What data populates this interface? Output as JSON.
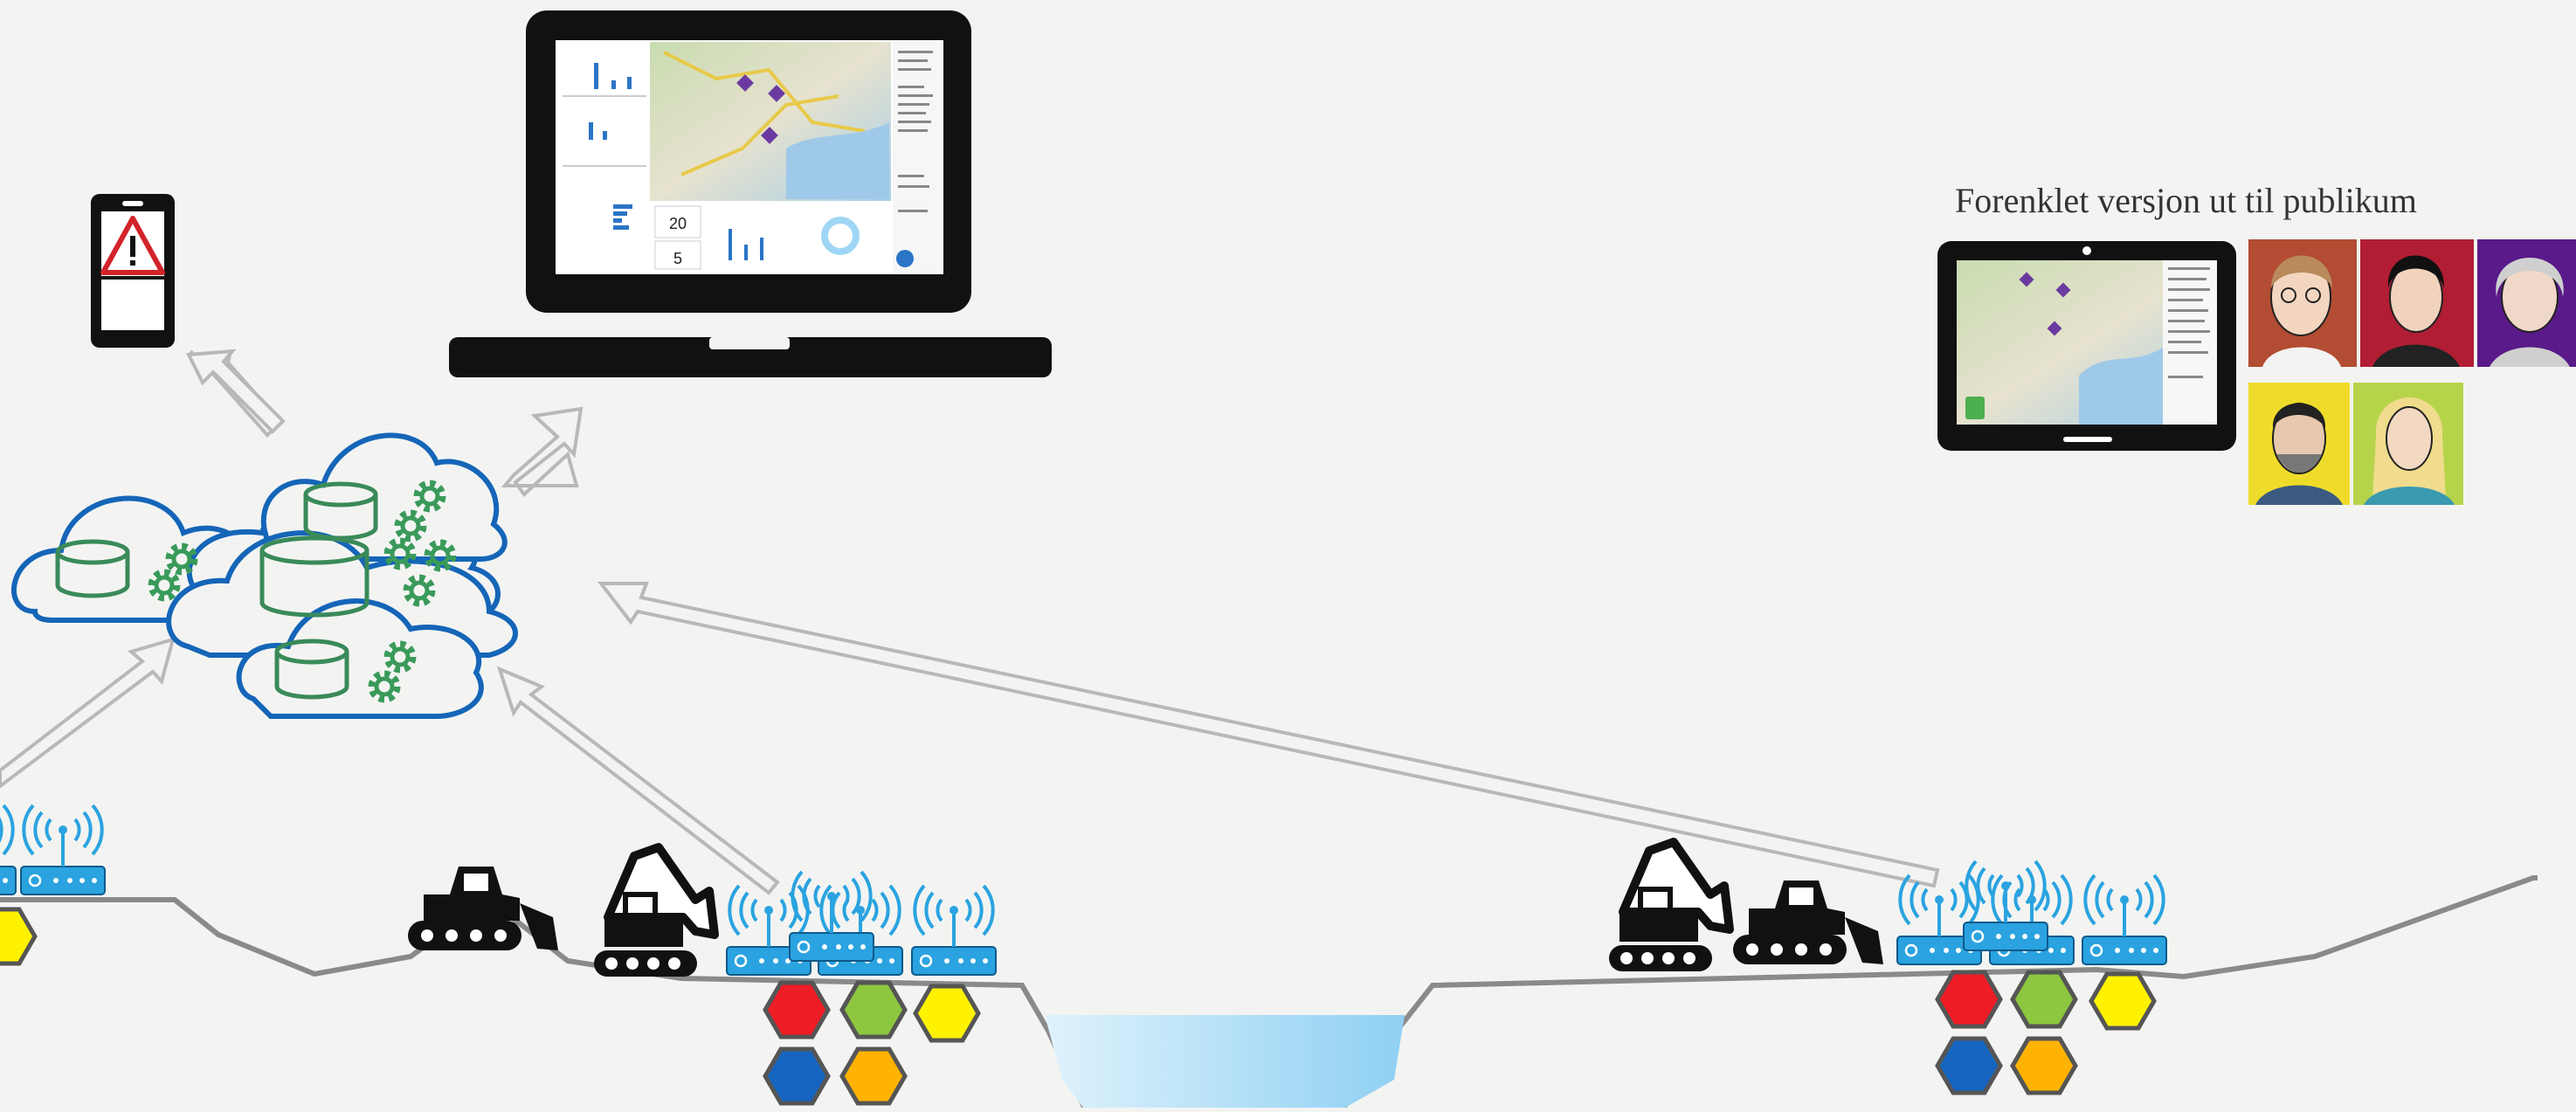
{
  "public_panel": {
    "title": "Forenklet versjon ut til publikum"
  },
  "dashboard": {
    "stat_1": "20",
    "stat_2": "5"
  },
  "colors": {
    "background": "#f3f4f2",
    "cloud_outline": "#1565b8",
    "cloud_content": "#3a8a5a",
    "router": "#2aa3e0",
    "hex_red": "#ee1c25",
    "hex_green": "#8dc63f",
    "hex_yellow": "#fff200",
    "hex_blue": "#1565c0",
    "hex_orange": "#ffb300",
    "water": "#9fd6f5",
    "ground": "#8a8a8a",
    "warning": "#d2232a"
  },
  "icons": [
    "phone-warning-icon",
    "laptop-icon",
    "tablet-icon",
    "cloud-database-icon",
    "gear-icon",
    "wifi-router-icon",
    "bulldozer-icon",
    "excavator-icon",
    "sensor-hexagon-icon",
    "person-avatar-icon",
    "arrow-icon"
  ]
}
